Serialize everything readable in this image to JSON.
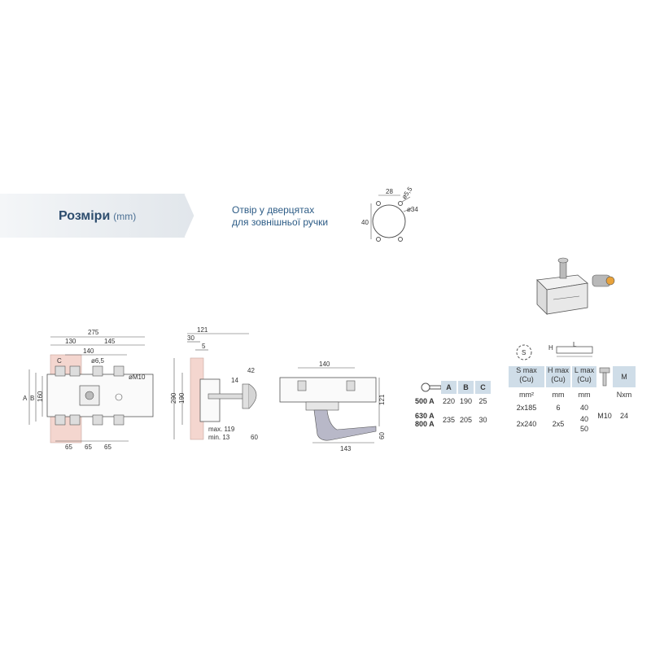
{
  "banner": {
    "title": "Розміри",
    "unit": "(mm)"
  },
  "door_note": {
    "line1": "Отвір у дверцятах",
    "line2": "для зовнішньої ручки"
  },
  "hole_drawing": {
    "d28": "28",
    "d40": "40",
    "d55": "ø5,5",
    "d34": "ø34"
  },
  "front_view": {
    "w275": "275",
    "w130": "130",
    "w145": "145",
    "w140": "140",
    "c": "C",
    "d65": "ø6,5",
    "m10": "øM10",
    "a": "A",
    "b": "B",
    "h160": "160",
    "b65a": "65",
    "b65b": "65",
    "b65c": "65"
  },
  "side_view": {
    "w121": "121",
    "w30": "30",
    "w5": "5",
    "h290": "290",
    "h190": "190",
    "d14": "14",
    "d42": "42",
    "max": "max. 119",
    "min": "min. 13",
    "h60": "60"
  },
  "top_view": {
    "w140": "140",
    "h121": "121",
    "h60": "60",
    "w143": "143"
  },
  "abc_table": {
    "headers": [
      "A",
      "B",
      "C"
    ],
    "rows": [
      {
        "label": "500 A",
        "a": "220",
        "b": "190",
        "c": "25"
      },
      {
        "label": "630 A",
        "label2": "800 A",
        "a": "235",
        "b": "205",
        "c": "30"
      }
    ]
  },
  "icons_row": {
    "h": "H",
    "l": "L",
    "s": "S"
  },
  "cable_table": {
    "headers": [
      "S max\n(Cu)",
      "H max\n(Cu)",
      "L max\n(Cu)",
      "M"
    ],
    "units": [
      "mm²",
      "mm",
      "mm",
      "Nxm"
    ],
    "rows": [
      {
        "s": "2x185",
        "h": "6",
        "l": "40",
        "m": "",
        "nxm": ""
      },
      {
        "s": "2x240",
        "h": "2x5",
        "l": "40",
        "l2": "50",
        "m": "M10",
        "nxm": "24"
      }
    ]
  }
}
